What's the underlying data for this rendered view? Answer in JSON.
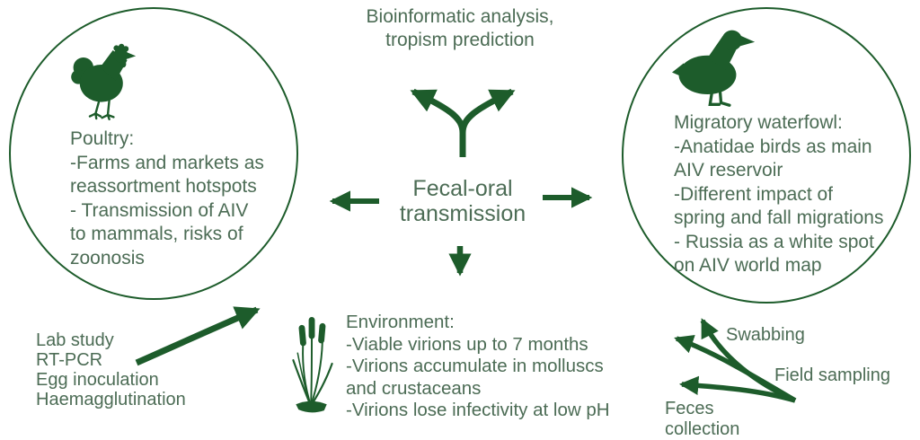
{
  "colors": {
    "accent_green": "#1d5c2b",
    "text_green": "#4c6c55",
    "background": "#ffffff"
  },
  "top": {
    "line1": "Bioinformatic analysis,",
    "line2": "tropism prediction"
  },
  "center": {
    "line1": "Fecal-oral",
    "line2": "transmission"
  },
  "poultry": {
    "title": "Poultry:",
    "lines": [
      "-Farms and markets as",
      "reassortment hotspots",
      "- Transmission of AIV",
      "to mammals, risks of",
      "zoonosis"
    ]
  },
  "waterfowl": {
    "title": "Migratory waterfowl:",
    "lines": [
      "-Anatidae birds as main",
      "AIV reservoir",
      "-Different impact of",
      "spring and fall migrations",
      "- Russia as a white spot",
      "on AIV world map"
    ]
  },
  "environment": {
    "title": "Environment:",
    "lines": [
      "-Viable virions up to 7 months",
      "-Virions accumulate in molluscs",
      "and crustaceans",
      "-Virions lose infectivity at low pH"
    ]
  },
  "lab": {
    "lines": [
      "Lab study",
      "RT-PCR",
      "Egg inoculation",
      "Haemagglutination"
    ]
  },
  "sampling": {
    "swabbing": "Swabbing",
    "field": "Field sampling",
    "feces_line1": "Feces",
    "feces_line2": "collection"
  },
  "icons": [
    "chicken-icon",
    "duck-icon",
    "cattails-icon"
  ]
}
